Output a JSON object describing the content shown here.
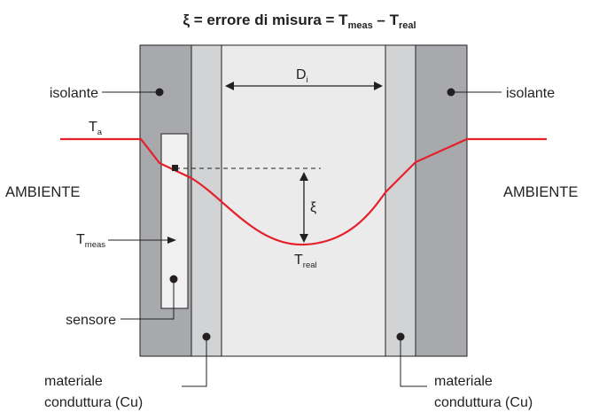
{
  "title": {
    "xi": "ξ",
    "part1": " = errore di misura = T",
    "sub1": "meas",
    "part2": " – T",
    "sub2": "real"
  },
  "labels": {
    "isolante_left": "isolante",
    "isolante_right": "isolante",
    "ambiente_left": "AMBIENTE",
    "ambiente_right": "AMBIENTE",
    "sensore": "sensore",
    "materiale_left_1": "materiale",
    "materiale_left_2": "conduttura (Cu)",
    "materiale_right_1": "materiale",
    "materiale_right_2": "conduttura (Cu)",
    "ta_main": "T",
    "ta_sub": "a",
    "di_main": "D",
    "di_sub": "i",
    "tmeas_main": "T",
    "tmeas_sub": "meas",
    "treal_main": "T",
    "treal_sub": "real",
    "xi_symbol": "ξ"
  },
  "colors": {
    "insulation": "#a7a9ac",
    "pipe_wall": "#d1d3d4",
    "fluid": "#ebebeb",
    "sensor": "#f0f0f0",
    "profile": "#e4212b",
    "ink": "#231f20"
  }
}
